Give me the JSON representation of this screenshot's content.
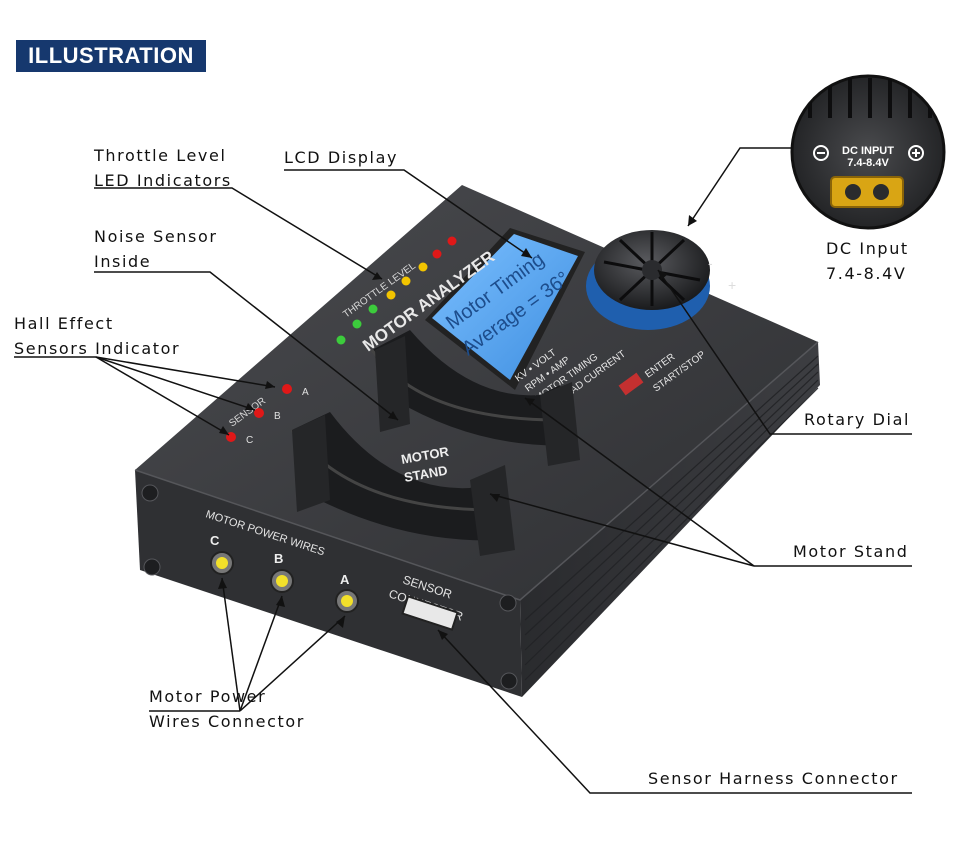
{
  "badge": "ILLUSTRATION",
  "callouts": {
    "throttle": [
      "Throttle Level",
      "LED Indicators"
    ],
    "lcd": "LCD Display",
    "noise": [
      "Noise Sensor",
      "Inside"
    ],
    "hall": [
      "Hall Effect",
      "Sensors Indicator"
    ],
    "dc_input": [
      "DC Input",
      "7.4-8.4V"
    ],
    "rotary": "Rotary Dial",
    "motor_stand": "Motor Stand",
    "motor_wires": [
      "Motor Power",
      "Wires Connector"
    ],
    "sensor_harness": "Sensor Harness Connector"
  },
  "device": {
    "brand_title": "MOTOR ANALYZER",
    "throttle_label": "THROTTLE LEVEL",
    "sensor_label": "SENSOR",
    "sensor_channels": [
      "A",
      "B",
      "C"
    ],
    "lcd_line1": "Motor Timing",
    "lcd_line2": "Average = 36°",
    "menu_items": [
      "KV • VOLT",
      "RPM • AMP",
      "MOTOR TIMING",
      "NO LOAD CURRENT"
    ],
    "button_labels": [
      "ENTER",
      "START/STOP"
    ],
    "stand_label": [
      "MOTOR",
      "STAND"
    ],
    "front_label": "MOTOR POWER WIRES",
    "wire_labels": [
      "C",
      "B",
      "A"
    ],
    "sensor_connector_label": [
      "SENSOR",
      "CONNECTOR"
    ],
    "dc_panel_label": [
      "DC INPUT",
      "7.4-8.4V"
    ],
    "dial_marks": [
      "-",
      "+"
    ]
  },
  "colors": {
    "badge_bg": "#16386e",
    "case": "#3a3b3e",
    "lcd": "#5aa6f0",
    "led_red": "#e01818",
    "led_yellow": "#f2c400",
    "led_green": "#3ccc3c",
    "xt_connector": "#d9a514"
  }
}
